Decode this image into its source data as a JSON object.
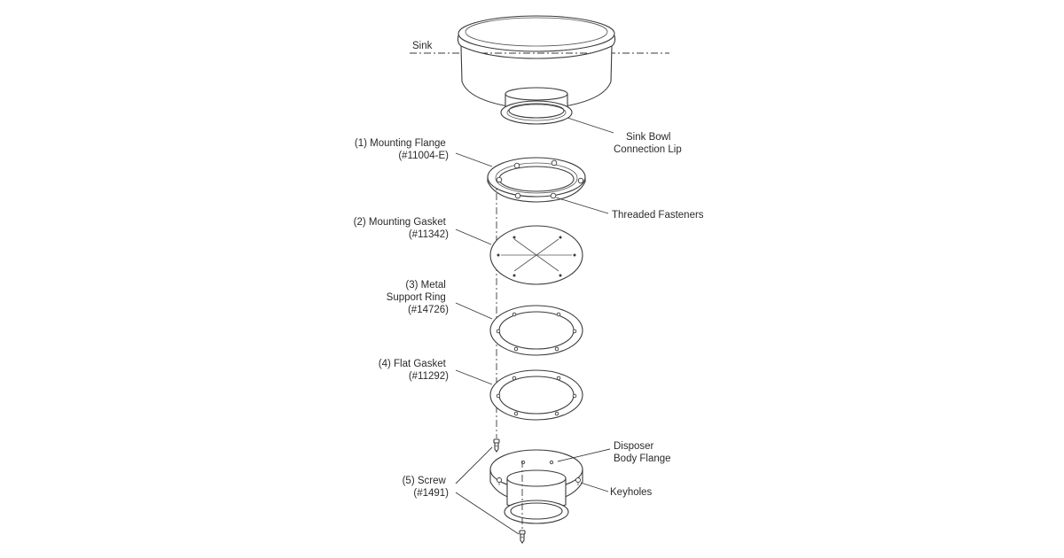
{
  "labels": {
    "sink": "Sink",
    "sink_bowl_lip": [
      "Sink Bowl",
      "Connection Lip"
    ],
    "mounting_flange": [
      "(1) Mounting Flange",
      "(#11004-E)"
    ],
    "threaded_fasteners": "Threaded Fasteners",
    "mounting_gasket": [
      "(2) Mounting Gasket",
      "(#11342)"
    ],
    "metal_support_ring": [
      "(3) Metal",
      "Support Ring",
      "(#14726)"
    ],
    "flat_gasket": [
      "(4) Flat Gasket",
      "(#11292)"
    ],
    "disposer_body_flange": [
      "Disposer",
      "Body Flange"
    ],
    "keyholes": "Keyholes",
    "screw": [
      "(5) Screw",
      "(#1491)"
    ]
  },
  "colors": {
    "line": "#3a3a3a",
    "text": "#2a2a2a",
    "background": "#ffffff"
  }
}
